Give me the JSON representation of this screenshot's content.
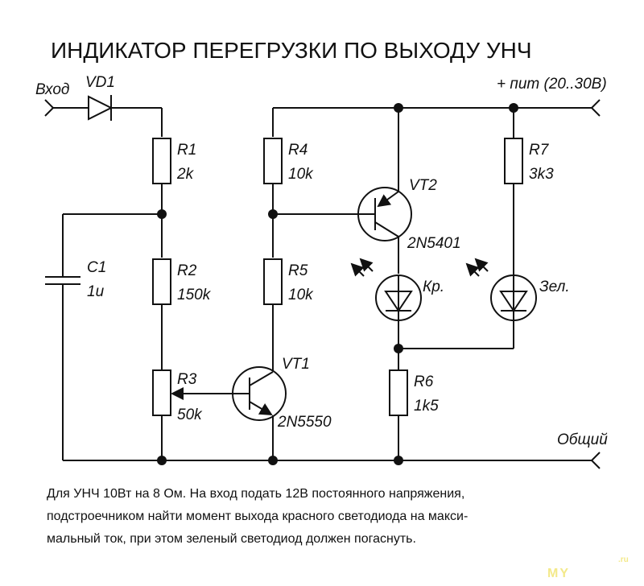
{
  "title": "ИНДИКАТОР ПЕРЕГРУЗКИ ПО ВЫХОДУ УНЧ",
  "terminals": {
    "input": "Вход",
    "supply": "+ пит (20..30В)",
    "ground": "Общий"
  },
  "components": {
    "VD1": {
      "ref": "VD1",
      "type": "diode"
    },
    "R1": {
      "ref": "R1",
      "value": "2k",
      "type": "resistor"
    },
    "R2": {
      "ref": "R2",
      "value": "150k",
      "type": "resistor"
    },
    "R3": {
      "ref": "R3",
      "value": "50k",
      "type": "trimmer-resistor"
    },
    "R4": {
      "ref": "R4",
      "value": "10k",
      "type": "resistor"
    },
    "R5": {
      "ref": "R5",
      "value": "10k",
      "type": "resistor"
    },
    "R6": {
      "ref": "R6",
      "value": "1k5",
      "type": "resistor"
    },
    "R7": {
      "ref": "R7",
      "value": "3k3",
      "type": "resistor"
    },
    "C1": {
      "ref": "C1",
      "value": "1u",
      "type": "capacitor"
    },
    "VT1": {
      "ref": "VT1",
      "model": "2N5550",
      "type": "npn-transistor"
    },
    "VT2": {
      "ref": "VT2",
      "model": "2N5401",
      "type": "pnp-transistor"
    },
    "LED_red": {
      "label": "Кр.",
      "type": "led"
    },
    "LED_green": {
      "label": "Зел.",
      "type": "led"
    }
  },
  "note": {
    "lines": [
      "Для УНЧ 10Вт на 8 Ом. На вход подать 12В постоянного напряжения,",
      "подстроечником найти момент выхода красного светодиода на макси-",
      "мальный ток, при этом зеленый светодиод должен погаснуть."
    ]
  },
  "watermark": {
    "main": "MY",
    "suffix": ".ru",
    "color": "#f3e98a"
  }
}
